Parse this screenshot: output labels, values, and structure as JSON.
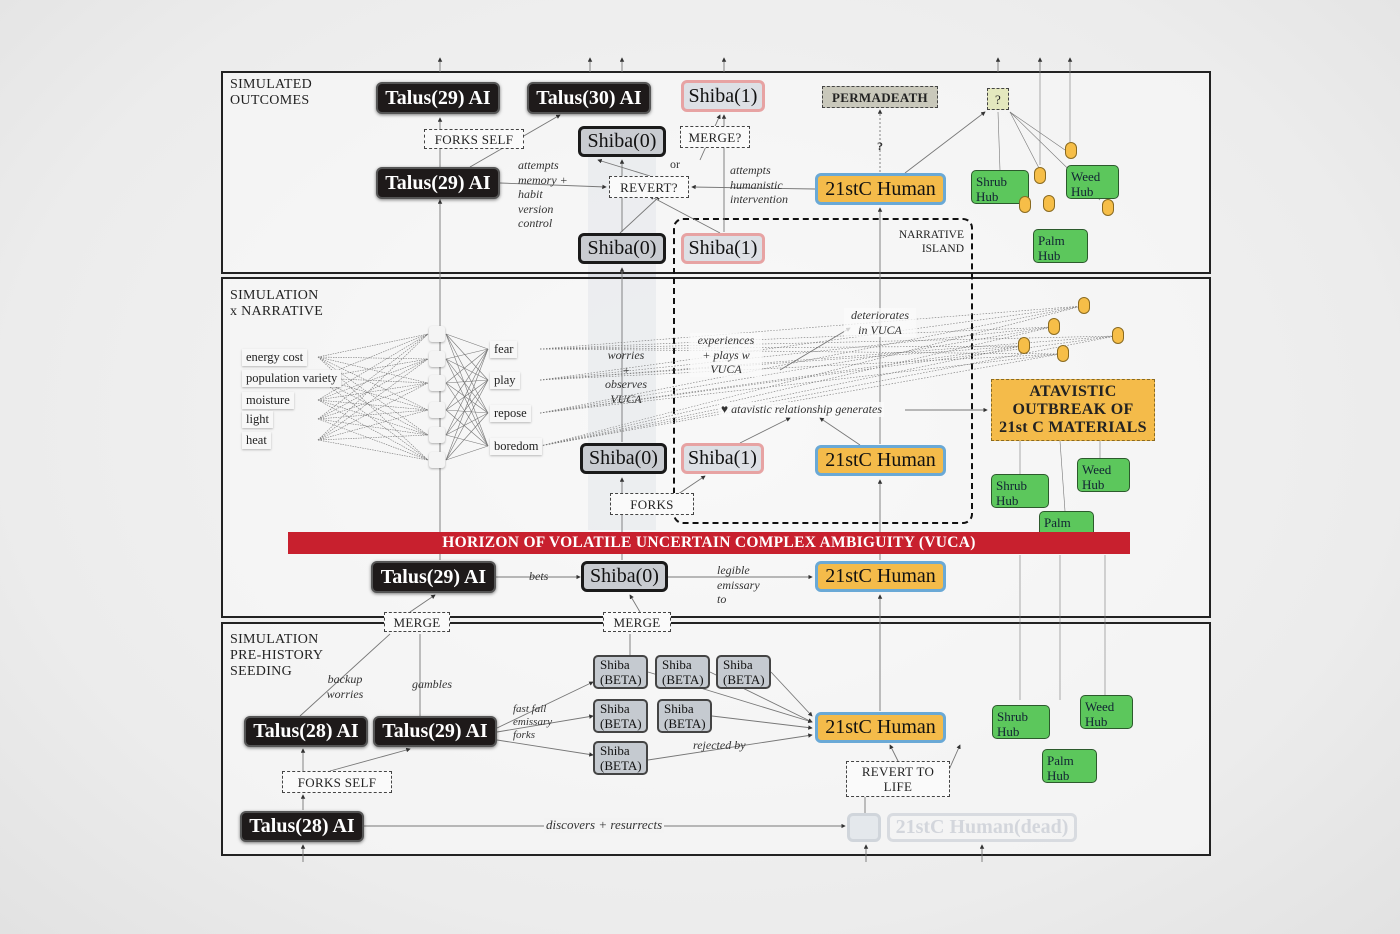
{
  "panels": {
    "outcomes": {
      "title": "SIMULATED\nOUTCOMES"
    },
    "narrative": {
      "title": "SIMULATION\nx NARRATIVE"
    },
    "seeding": {
      "title": "SIMULATION\nPRE-HISTORY\nSEEDING"
    }
  },
  "outcomes": {
    "talus29_top": "Talus(29) AI",
    "talus30": "Talus(30) AI",
    "shiba1_top": "Shiba(1)",
    "permadeath": "PERMADEATH",
    "unknown_tag": "?",
    "forks_self": "FORKS SELF",
    "shiba0_upper": "Shiba(0)",
    "merge_q": "MERGE?",
    "or": "or",
    "question": "?",
    "talus29_mid": "Talus(29) AI",
    "attempts_memory": "attempts\nmemory +\nhabit\nversion\ncontrol",
    "revert_q": "REVERT?",
    "attempts_humanistic": "attempts\nhumanistic\nintervention",
    "human": "21stC Human",
    "shiba0_lower": "Shiba(0)",
    "shiba1_lower": "Shiba(1)",
    "narrative_island": "NARRATIVE\nISLAND",
    "hubs": [
      {
        "label": "Shrub\nHub"
      },
      {
        "label": "Weed\nHub"
      },
      {
        "label": "Palm\nHub"
      }
    ]
  },
  "narrative": {
    "inputs": [
      "energy cost",
      "population variety",
      "moisture",
      "light",
      "heat"
    ],
    "emotions": [
      "fear",
      "play",
      "repose",
      "boredom"
    ],
    "worries": "worries\n+\nobserves\nVUCA",
    "experiences": "experiences\n+ plays w\nVUCA",
    "deteriorates": "deteriorates\nin VUCA",
    "atavistic_relationship": "♥ atavistic relationship generates",
    "atavistic_outbreak": "ATAVISTIC\nOUTBREAK OF\n21st C MATERIALS",
    "shiba0": "Shiba(0)",
    "shiba1": "Shiba(1)",
    "human": "21stC Human",
    "forks": "FORKS",
    "vuca_horizon": "HORIZON OF VOLATILE UNCERTAIN COMPLEX AMBIGUITY (VUCA)",
    "talus29": "Talus(29) AI",
    "bets": "bets",
    "shiba0_bottom": "Shiba(0)",
    "legible": "legible\nemissary\nto",
    "human_bottom": "21stC Human",
    "hubs": [
      {
        "label": "Shrub\nHub"
      },
      {
        "label": "Weed\nHub"
      },
      {
        "label": "Palm\nHub"
      }
    ]
  },
  "seeding": {
    "merge_left": "MERGE",
    "merge_right": "MERGE",
    "backup_worries": "backup\nworries",
    "gambles": "gambles",
    "talus28_left": "Talus(28) AI",
    "talus29": "Talus(29) AI",
    "fast_fail": "fast fail\nemissary\nforks",
    "betas": [
      "Shiba\n(BETA)",
      "Shiba\n(BETA)",
      "Shiba\n(BETA)",
      "Shiba\n(BETA)",
      "Shiba\n(BETA)",
      "Shiba\n(BETA)"
    ],
    "rejected_by": "rejected by",
    "human": "21stC Human",
    "forks_self": "FORKS SELF",
    "revert_to_life": "REVERT TO\nLIFE",
    "talus28_bottom": "Talus(28) AI",
    "discovers": "discovers + resurrects",
    "human_dead": "21stC Human(dead)",
    "hubs": [
      {
        "label": "Shrub\nHub"
      },
      {
        "label": "Weed\nHub"
      },
      {
        "label": "Palm\nHub"
      }
    ]
  },
  "colors": {
    "talus": "#1e1a1a",
    "shiba0": "#c9ccd1",
    "shiba1_border": "#e7a3a3",
    "human": "#f4bb4a",
    "human_border": "#6aa9d6",
    "hub": "#5cc75c",
    "vuca": "#c8202e"
  }
}
